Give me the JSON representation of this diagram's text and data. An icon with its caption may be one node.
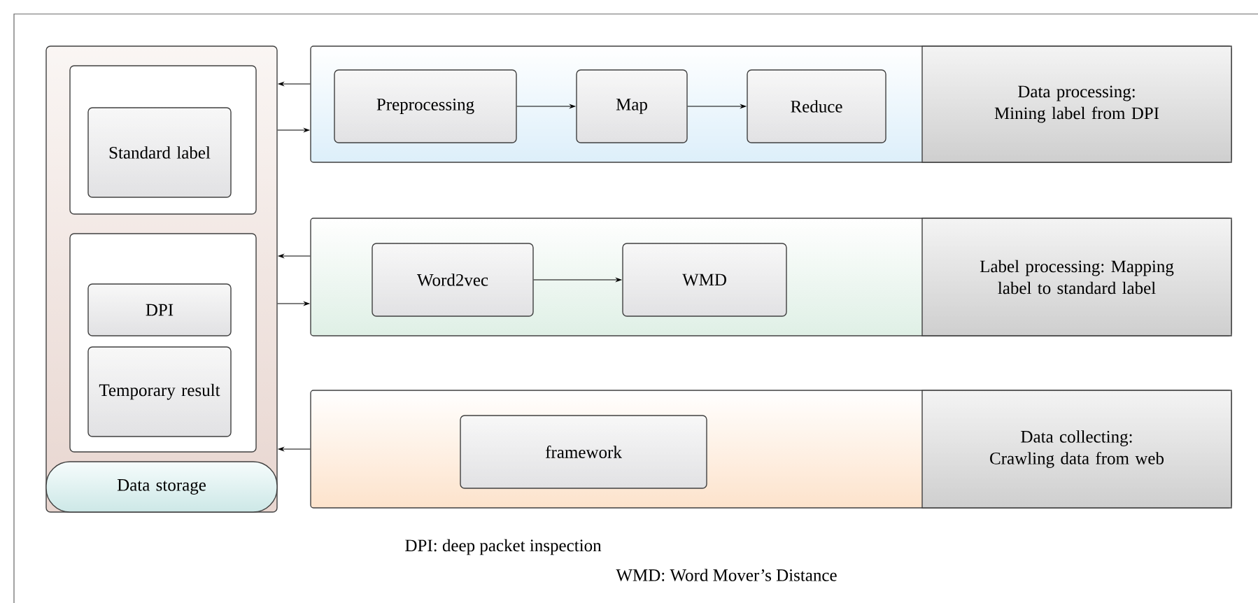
{
  "diagram": {
    "nodes": [
      {
        "text": [],
        "shape": "box"
      },
      {
        "text": [],
        "shape": "box",
        "in": 0
      },
      {
        "text": [
          "Standard label"
        ],
        "in": 1
      },
      {
        "text": [],
        "shape": "box",
        "in": 0
      },
      {
        "text": [
          "DPI"
        ],
        "in": 3
      },
      {
        "text": [
          "Temporary result"
        ],
        "in": 3
      },
      {
        "text": [
          "Data storage"
        ],
        "in": 0
      },
      {
        "text": [],
        "shape": "box"
      },
      {
        "text": [
          "Preprocessing"
        ],
        "in": 7
      },
      {
        "text": [
          "Map"
        ],
        "in": 7
      },
      {
        "text": [
          "Reduce"
        ],
        "in": 7
      },
      {
        "text": [
          "Data processing: Mining label from DPI"
        ],
        "in": 7
      },
      {
        "text": [],
        "shape": "box"
      },
      {
        "text": [
          "Word2vec"
        ],
        "in": 12
      },
      {
        "text": [
          "WMD"
        ],
        "in": 12
      },
      {
        "text": [
          "Label processing: Mapping label to standard label"
        ],
        "in": 12
      },
      {
        "text": [],
        "shape": "box"
      },
      {
        "text": [
          "framework"
        ],
        "in": 16
      },
      {
        "text": [
          "Data collecting: Crawling data from web"
        ],
        "in": 16
      }
    ],
    "edges": [
      {
        "from": 7,
        "to": 0,
        "arrow": "to"
      },
      {
        "from": 0,
        "to": 7,
        "arrow": "to"
      },
      {
        "from": 8,
        "to": 9,
        "arrow": "to"
      },
      {
        "from": 9,
        "to": 10,
        "arrow": "to"
      },
      {
        "from": 12,
        "to": 0,
        "arrow": "to"
      },
      {
        "from": 0,
        "to": 12,
        "arrow": "to"
      },
      {
        "from": 13,
        "to": 14,
        "arrow": "to"
      },
      {
        "from": 16,
        "to": 0,
        "arrow": "to"
      }
    ],
    "labels": [
      "DPI: deep packet inspection",
      "WMD: Word Mover’s Distance"
    ]
  }
}
